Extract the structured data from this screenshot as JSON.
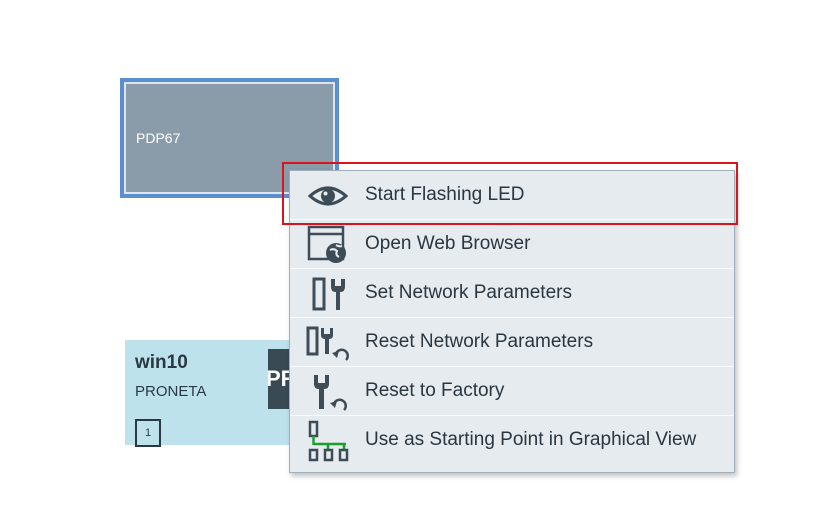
{
  "devices": {
    "pdp": {
      "label": "PDP67"
    },
    "win": {
      "name": "win10",
      "subtitle": "PRONETA",
      "port": "1",
      "tile_text": "PR"
    }
  },
  "context_menu": {
    "items": [
      {
        "label": "Start Flashing LED",
        "icon": "eye-icon"
      },
      {
        "label": "Open Web Browser",
        "icon": "web-browser-icon"
      },
      {
        "label": "Set Network Parameters",
        "icon": "network-parameters-icon"
      },
      {
        "label": "Reset Network Parameters",
        "icon": "reset-network-icon"
      },
      {
        "label": "Reset to Factory",
        "icon": "reset-factory-icon"
      },
      {
        "label": "Use as Starting Point in Graphical View",
        "icon": "topology-icon"
      }
    ],
    "highlighted_index": 0
  },
  "colors": {
    "menu_bg": "#e6ebef",
    "icon": "#3d4c56",
    "highlight": "#d8141c",
    "topology_line": "#1e9e2e",
    "device_selected": "#5b8fd0",
    "device_win": "#bde2ec"
  }
}
